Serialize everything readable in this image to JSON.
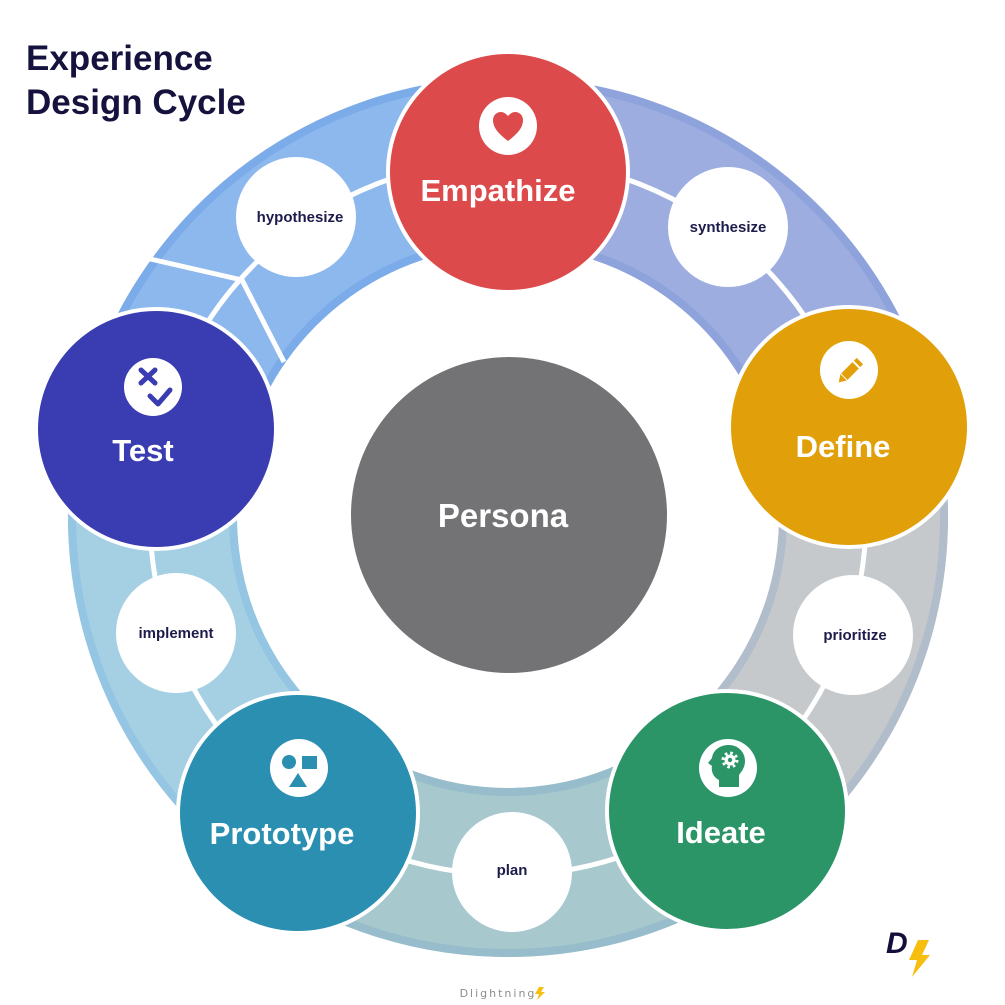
{
  "title": {
    "line1": "Experience",
    "line2": "Design Cycle"
  },
  "center": {
    "label": "Persona",
    "color": "#737375"
  },
  "stages": [
    {
      "label": "Empathize",
      "icon": "heart-icon",
      "color": "#dc4a4b"
    },
    {
      "label": "Define",
      "icon": "pencil-icon",
      "color": "#e1a00a"
    },
    {
      "label": "Ideate",
      "icon": "head-gear-icon",
      "color": "#2b9568"
    },
    {
      "label": "Prototype",
      "icon": "shapes-icon",
      "color": "#2a8fb0"
    },
    {
      "label": "Test",
      "icon": "cross-check-icon",
      "color": "#3a3cb1"
    }
  ],
  "transitions": [
    {
      "label": "synthesize",
      "from": "Empathize",
      "to": "Define"
    },
    {
      "label": "prioritize",
      "from": "Define",
      "to": "Ideate"
    },
    {
      "label": "plan",
      "from": "Ideate",
      "to": "Prototype"
    },
    {
      "label": "implement",
      "from": "Prototype",
      "to": "Test"
    },
    {
      "label": "hypothesize",
      "from": "Test",
      "to": "Empathize"
    }
  ],
  "ring_segments": [
    {
      "between": "Empathize-Define",
      "fill": "#9dade0",
      "rim": "#8ea3dc"
    },
    {
      "between": "Define-Ideate",
      "fill": "#c5c9cc",
      "rim": "#b1bdca"
    },
    {
      "between": "Ideate-Prototype",
      "fill": "#a7c8cc",
      "rim": "#97bccc"
    },
    {
      "between": "Prototype-Test",
      "fill": "#a5d0e4",
      "rim": "#94c5e2"
    },
    {
      "between": "Test-Empathize",
      "fill": "#8db8ee",
      "rim": "#7cabe9"
    }
  ],
  "text_color": "#15123d",
  "branding": {
    "logo_letter": "D",
    "logo_bolt_color": "#f6bf0f",
    "footer_text": "Dlightning"
  }
}
